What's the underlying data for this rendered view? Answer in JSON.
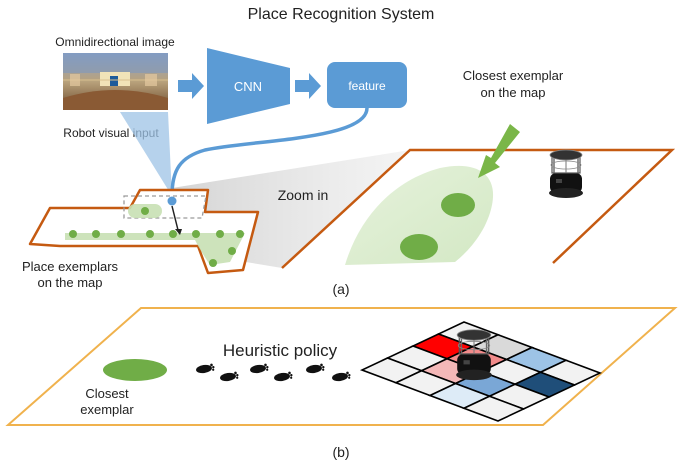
{
  "title": "Place Recognition System",
  "panel_a": {
    "omni_label": "Omnidirectional image",
    "robot_input_label": "Robot visual input",
    "cnn_label": "CNN",
    "feature_label": "feature",
    "zoom_label": "Zoom in",
    "closest_map_line1": "Closest exemplar",
    "closest_map_line2": "on the map",
    "place_exemplars_line1": "Place exemplars",
    "place_exemplars_line2": "on the map",
    "caption": "(a)"
  },
  "panel_b": {
    "policy_label": "Heuristic policy",
    "closest_line1": "Closest",
    "closest_line2": "exemplar",
    "caption": "(b)"
  },
  "colors": {
    "accent_blue": "#5b9bd5",
    "map_outline": "#c55a11",
    "panel_b_outline": "#f0b24d",
    "exemplar_green": "#70ad47",
    "arrow_green": "#7ab648"
  },
  "grid_colors": [
    [
      "#f2f2f2",
      "#d9d9d9",
      "#9dc3e6",
      "#f2f2f2"
    ],
    [
      "#ff0000",
      "#f28b8b",
      "#f2f2f2",
      "#1f4e79"
    ],
    [
      "#f2f2f2",
      "#f4b8b8",
      "#7aa7d6",
      "#f2f2f2"
    ],
    [
      "#f2f2f2",
      "#f2f2f2",
      "#ddebf7",
      "#f2f2f2"
    ]
  ],
  "icons": {
    "robot": "turtlebot-robot-icon",
    "footprints": "footprints-icon",
    "arrow": "arrow-right-icon"
  }
}
